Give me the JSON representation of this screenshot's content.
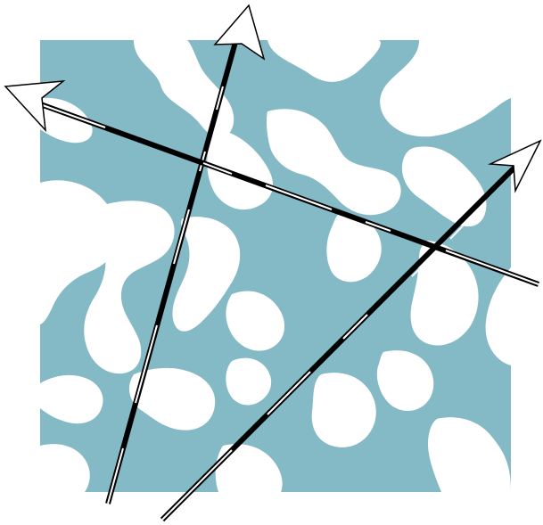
{
  "figure": {
    "colors": {
      "background": "#ffffff",
      "phase_matrix": "#84b9c6",
      "phase_pores": "#ffffff",
      "line_solid": "#000000",
      "line_hollow_fill": "#ffffff",
      "arrowhead_fill": "#ffffff",
      "arrowhead_stroke": "#000000"
    },
    "arrows": [
      {
        "name": "vertical-test-line-arrow",
        "head": "arrowhead-outline-icon"
      },
      {
        "name": "horizontal-test-line-arrow",
        "head": "arrowhead-outline-icon"
      },
      {
        "name": "diagonal-test-line-arrow",
        "head": "arrowhead-outline-icon"
      }
    ]
  }
}
